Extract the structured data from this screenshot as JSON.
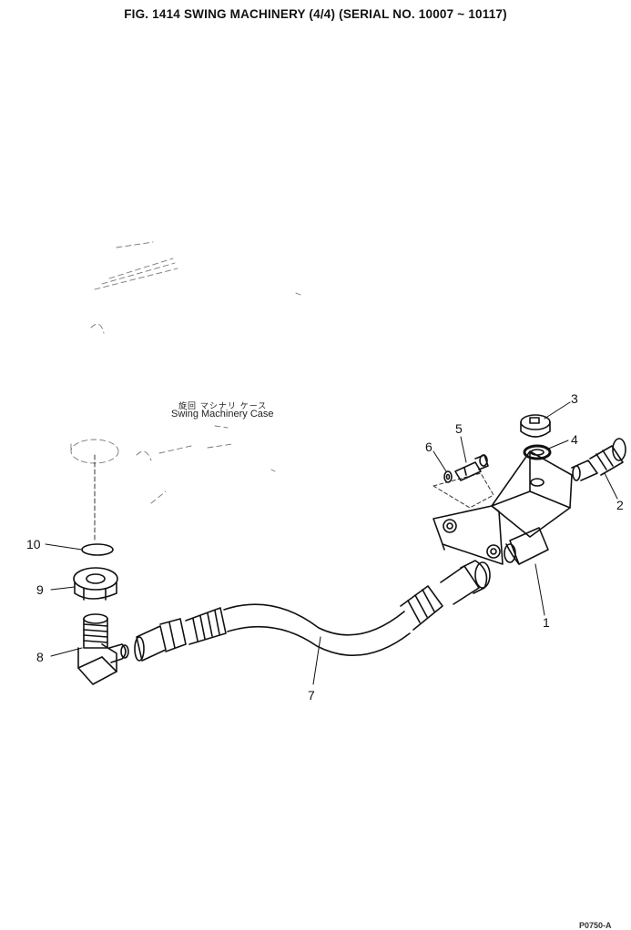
{
  "figure": {
    "title": "FIG. 1414  SWING MACHINERY (4/4) (SERIAL NO. 10007 ~ 10117)",
    "case_label_jp": "旋回 マシナリ ケース",
    "case_label_en": "Swing Machinery Case",
    "footer_code": "P0750-A"
  },
  "callouts": [
    "1",
    "2",
    "3",
    "4",
    "5",
    "6",
    "7",
    "8",
    "9",
    "10"
  ]
}
